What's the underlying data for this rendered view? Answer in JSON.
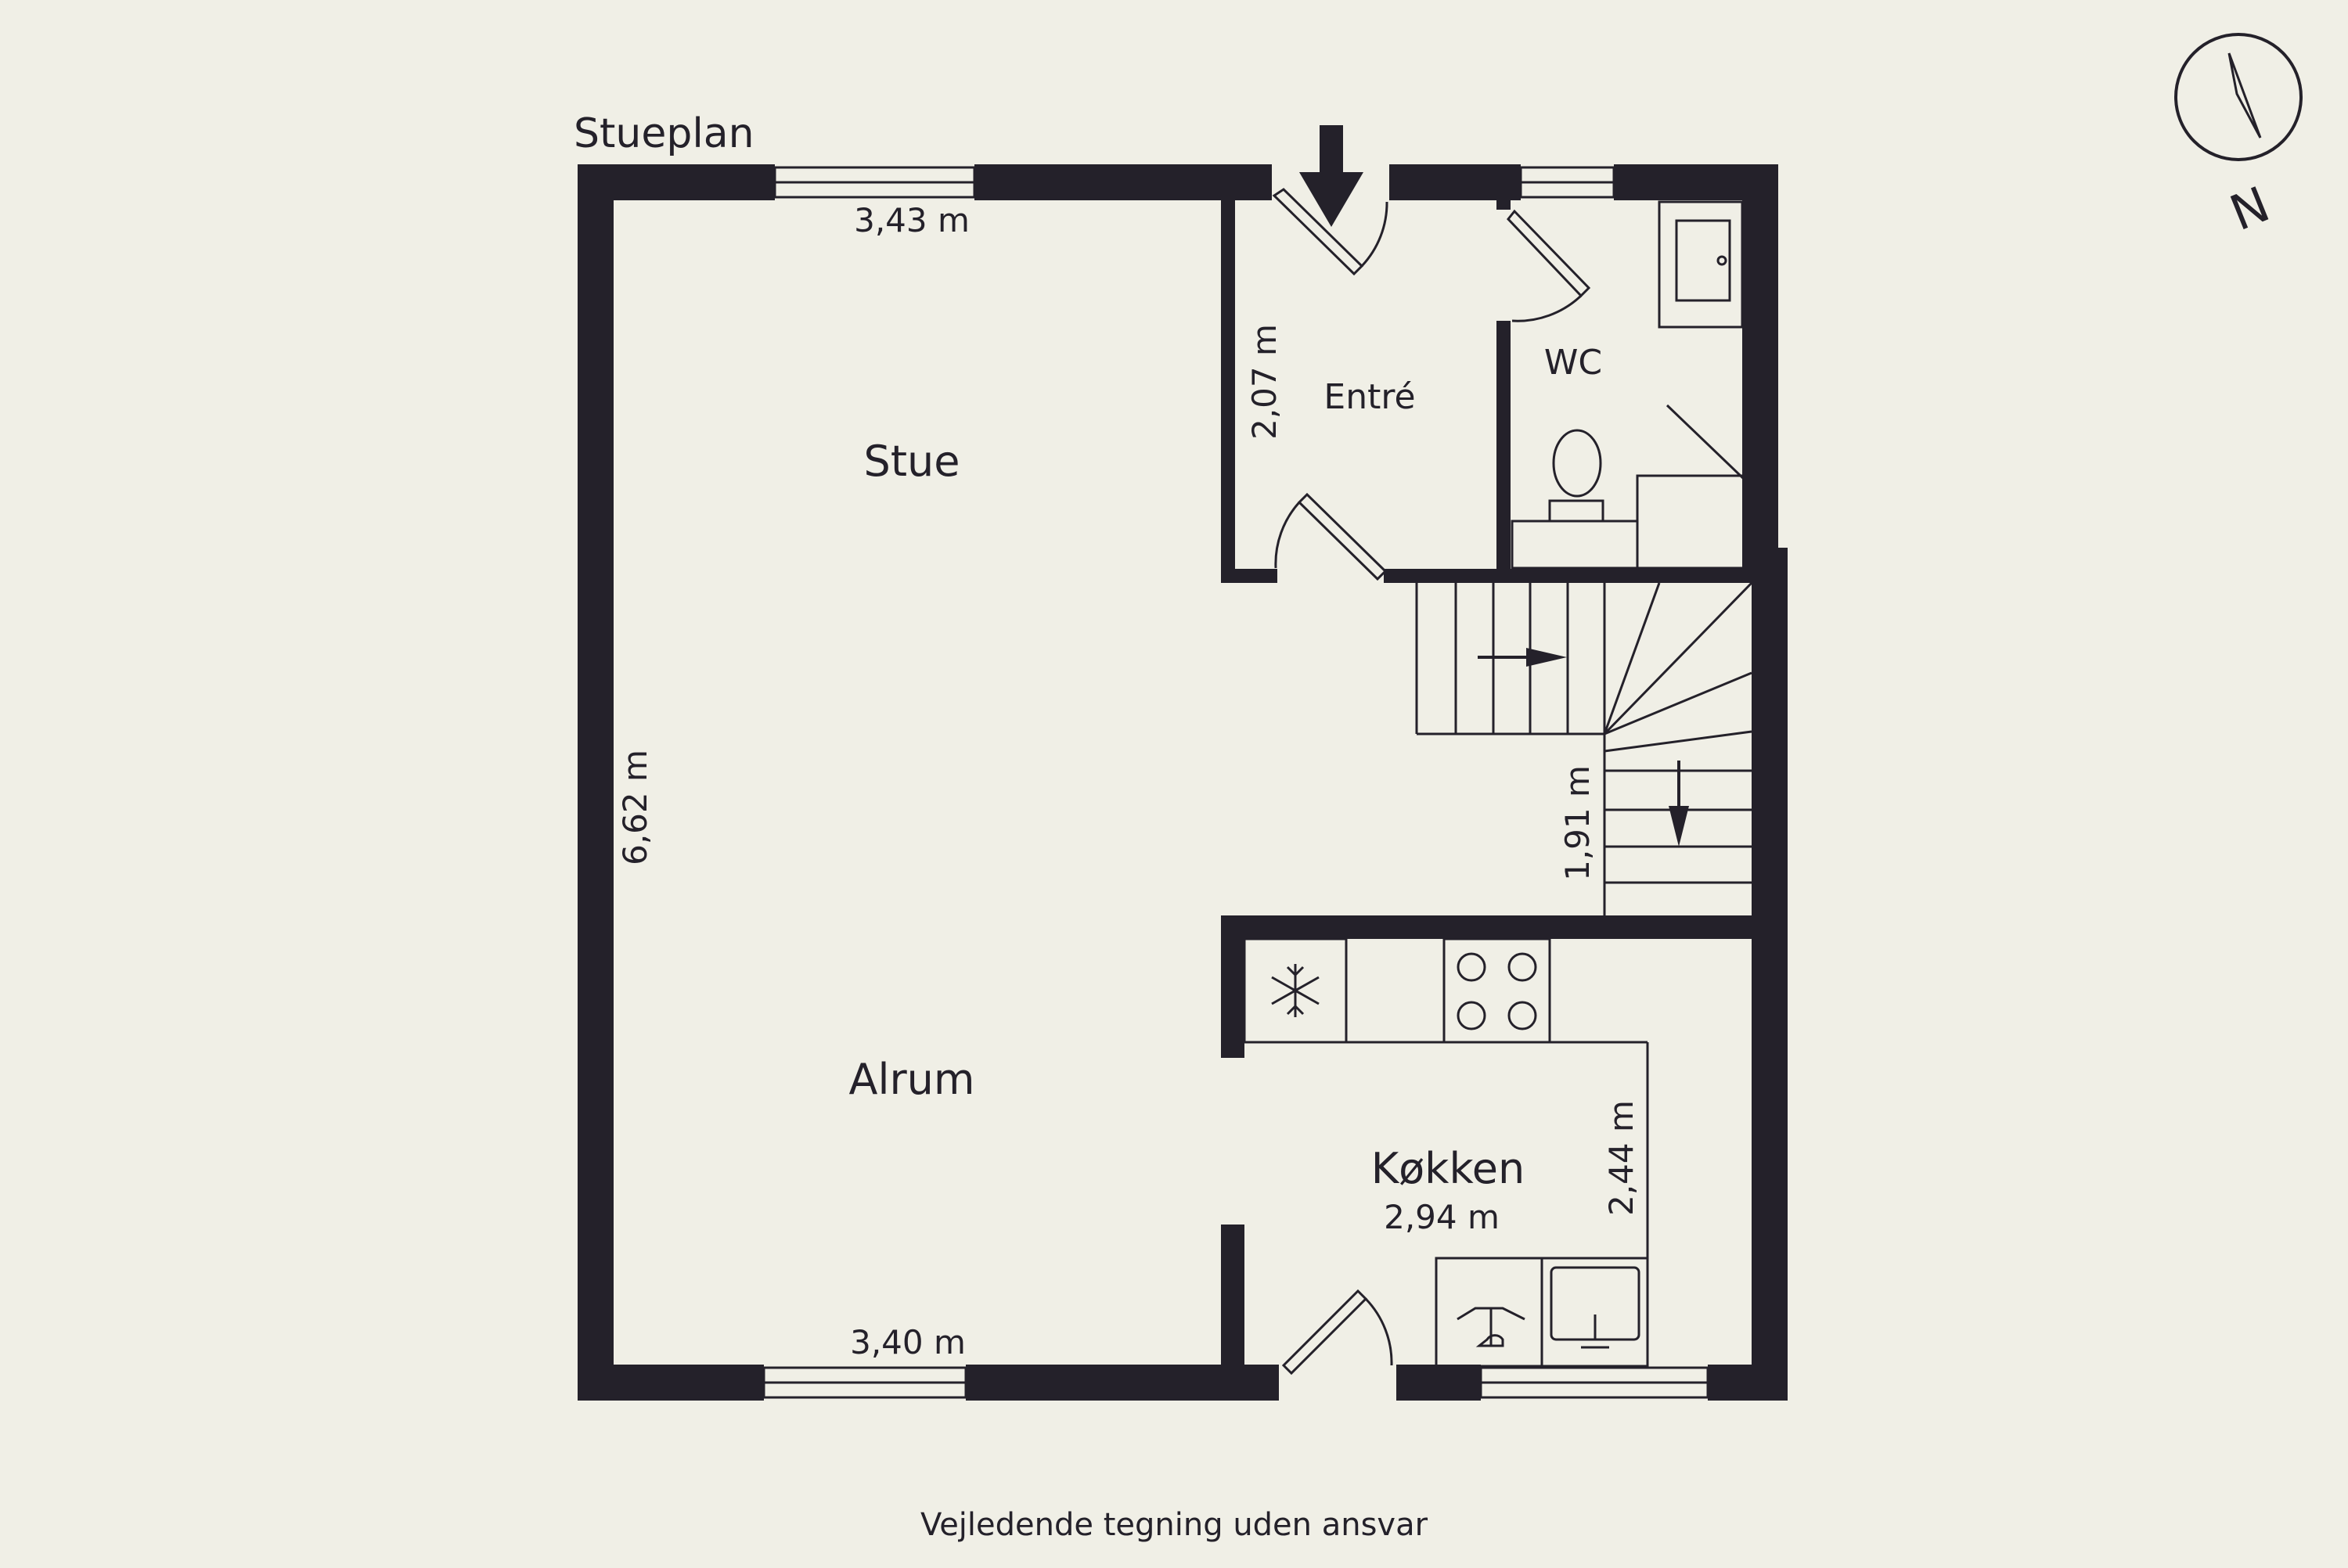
{
  "plan": {
    "floor_label": "Stueplan",
    "disclaimer": "Vejledende tegning uden ansvar",
    "compass_label": "N"
  },
  "rooms": {
    "stue": "Stue",
    "entre": "Entré",
    "wc": "WC",
    "alrum": "Alrum",
    "kokken": "Køkken"
  },
  "dimensions": {
    "stue_width": "3,43 m",
    "stue_alrum_length": "6,62 m",
    "entre_depth": "2,07 m",
    "stair_width": "1,91 m",
    "kitchen_depth": "2,44 m",
    "kitchen_width": "2,94 m",
    "alrum_width": "3,40 m"
  },
  "colors": {
    "background": "#f0efe6",
    "wall": "#24212a"
  },
  "icons": [
    "compass-icon",
    "entrance-arrow-icon",
    "freezer-snowflake-icon",
    "stove-icon",
    "sink-icon",
    "toilet-icon",
    "washbasin-icon",
    "stair-direction-arrow-icon"
  ]
}
